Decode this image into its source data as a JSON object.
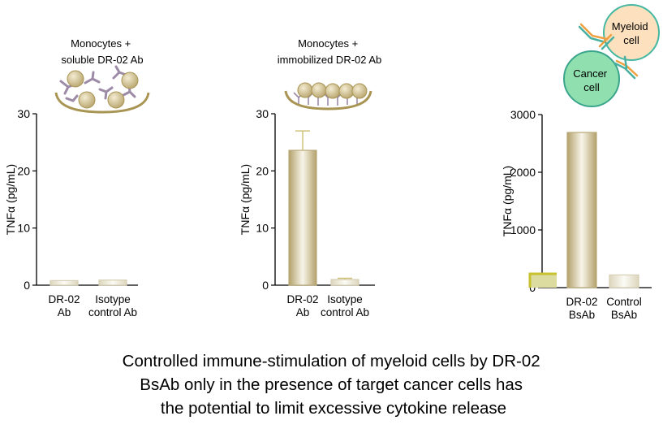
{
  "chart_data": [
    {
      "type": "bar",
      "title": "Monocytes +\nsoluble DR-02 Ab",
      "ylabel": "TNFα (pg/mL)",
      "ylim": [
        0,
        30
      ],
      "yticks": [
        0,
        10,
        20,
        30
      ],
      "categories": [
        "DR-02\nAb",
        "Isotype\ncontrol Ab"
      ],
      "values": [
        0.8,
        0.9
      ],
      "error_upper": [
        null,
        null
      ],
      "grid": false
    },
    {
      "type": "bar",
      "title": "Monocytes +\nimmobilized DR-02 Ab",
      "ylabel": "TNFα (pg/mL)",
      "ylim": [
        0,
        30
      ],
      "yticks": [
        0,
        10,
        20,
        30
      ],
      "categories": [
        "DR-02\nAb",
        "Isotype\ncontrol Ab"
      ],
      "values": [
        23.6,
        1.0
      ],
      "error_upper": [
        27.0,
        1.2
      ],
      "grid": false
    },
    {
      "type": "bar",
      "title": "",
      "ylabel": "TNFα (pg/mL)",
      "ylim": [
        0,
        3000
      ],
      "yticks": [
        0,
        1000,
        2000,
        3000
      ],
      "categories": [
        "DR-02\nBsAb",
        "Control\nBsAb"
      ],
      "values": [
        2690,
        220
      ],
      "error_upper": [
        null,
        null
      ],
      "grid": false
    }
  ],
  "diagram": {
    "myeloid_label": "Myeloid\ncell",
    "cancer_label": "Cancer\ncell"
  },
  "caption": [
    "Controlled immune-stimulation of myeloid cells by DR-02",
    "BsAb only in the  presence of target cancer cells has",
    "the potential to limit excessive cytokine release"
  ],
  "colors": {
    "bar_gold": "#b9a978",
    "bar_light": "#f1eee4",
    "bowl": "#a99553",
    "antibody": "#9c8aa6",
    "cell_gold": "#c8b88a",
    "myeloid_fill": "#fde0bd",
    "myeloid_stroke": "#44b8a2",
    "cancer_fill": "#8fdfaf",
    "cancer_stroke": "#3aa58c",
    "bsab_orange": "#f0a040",
    "bsab_teal": "#48b0a0",
    "legend_yellow": "#c9c230"
  }
}
